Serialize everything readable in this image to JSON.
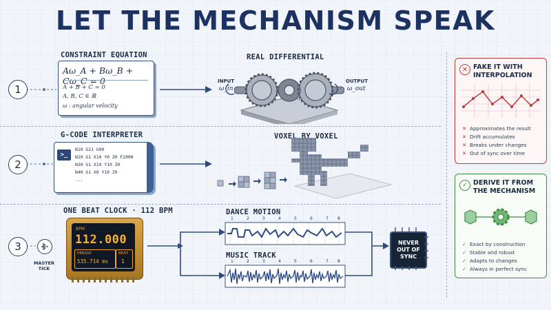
{
  "title": "LET THE MECHANISM SPEAK",
  "rows": [
    {
      "num": "1",
      "label": "CONSTRAINT EQUATION",
      "equation": "Aω_A + Bω_B + Cω_C = 0",
      "lines": [
        "A + B + C = 0",
        "A, B, C ∈ ℝ",
        "ω : angular velocity"
      ],
      "right_label": "REAL DIFFERENTIAL",
      "input_label": "INPUT",
      "input_sym": "ω_in",
      "output_label": "OUTPUT",
      "output_sym": "ω_out"
    },
    {
      "num": "2",
      "label": "G-CODE INTERPRETER",
      "prompt": ">_",
      "code": [
        "N10 G21 G90",
        "N20 G1 X10 Y0 Z0 F2000",
        "N30 G1 X10 Y10 Z0",
        "N40 G1 X0 Y10 Z0",
        "..."
      ],
      "right_label": "VOXEL BY VOXEL"
    },
    {
      "num": "3",
      "label": "ONE BEAT CLOCK · 112 BPM",
      "bpm_label": "BPM",
      "bpm_value": "112.000",
      "period_label": "PERIOD",
      "period_value": "535.714 ms",
      "beat_label": "BEAT",
      "beat_value": "1",
      "tick_label": "MASTER TICK",
      "dance_label": "DANCE MOTION",
      "music_label": "MUSIC TRACK",
      "beat_marks": [
        "1",
        "2",
        "3",
        "4",
        "5",
        "6",
        "7",
        "8"
      ],
      "chip_text": "NEVER OUT OF SYNC"
    }
  ],
  "fake_panel": {
    "title": "FAKE IT WITH INTERPOLATION",
    "items": [
      "Approximates the result",
      "Drift accumulates",
      "Breaks under changes",
      "Out of sync over time"
    ],
    "color": "#c0393b"
  },
  "derive_panel": {
    "title": "DERIVE IT FROM THE MECHANISM",
    "items": [
      "Exact by construction",
      "Stable and robust",
      "Adapts to changes",
      "Always in perfect sync"
    ],
    "color": "#3f8a46"
  }
}
